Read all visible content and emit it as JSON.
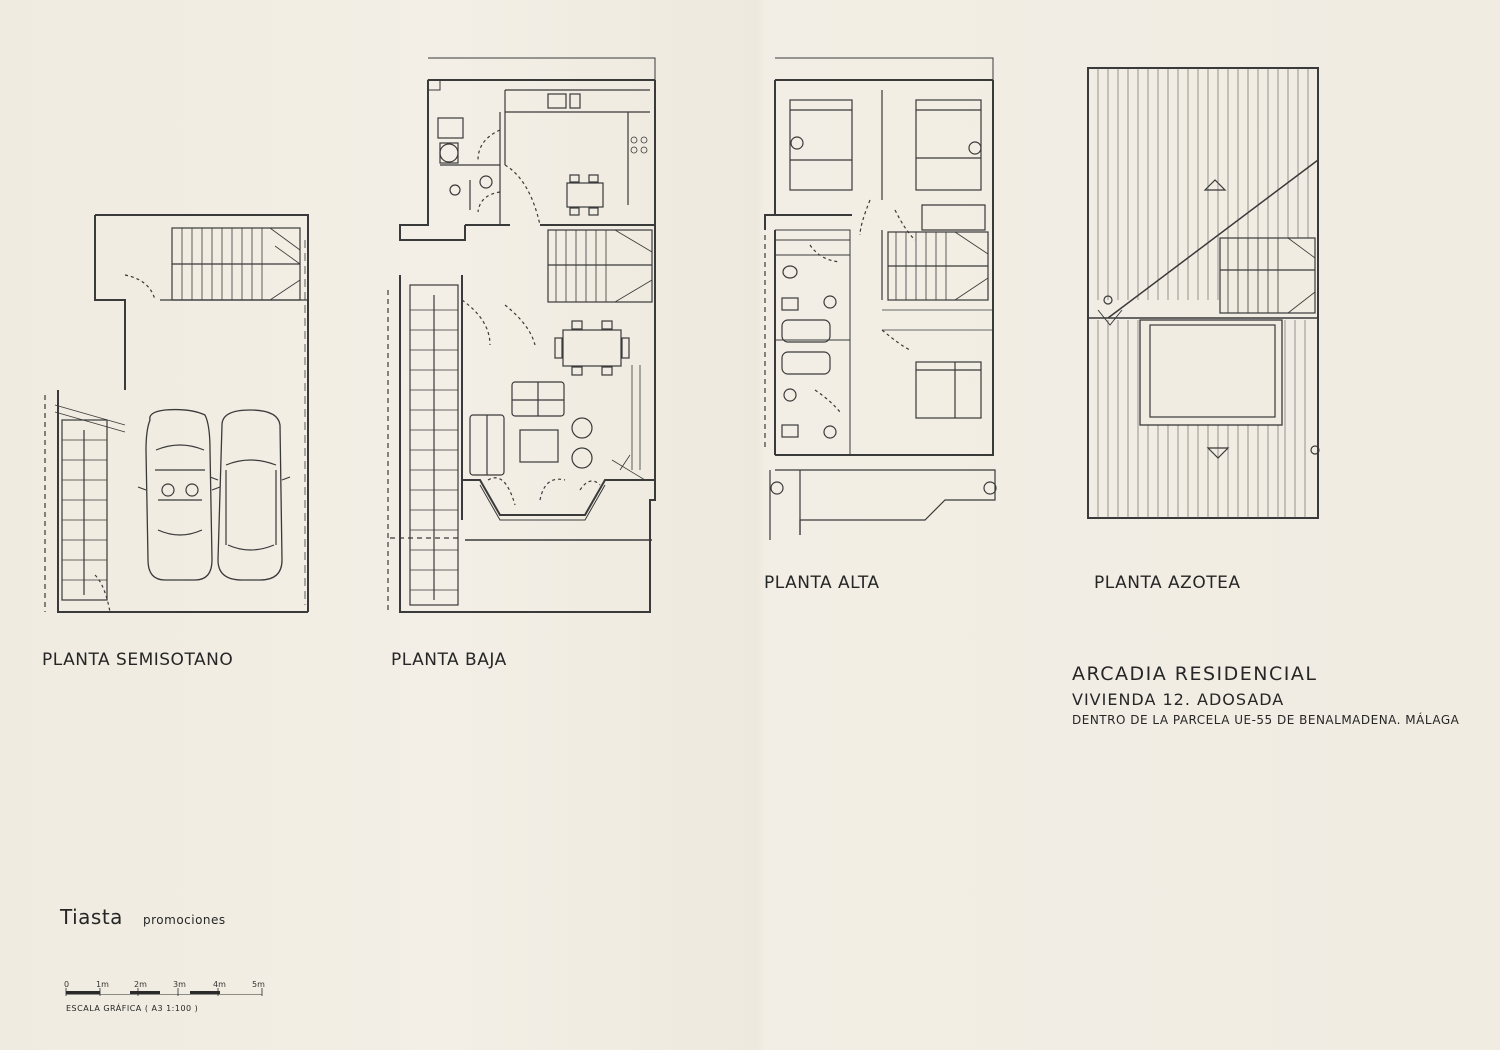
{
  "plans": [
    {
      "id": "semisotano",
      "title": "PLANTA SEMISOTANO"
    },
    {
      "id": "baja",
      "title": "PLANTA BAJA"
    },
    {
      "id": "alta",
      "title": "PLANTA ALTA"
    },
    {
      "id": "azotea",
      "title": "PLANTA AZOTEA"
    }
  ],
  "project": {
    "name": "ARCADIA RESIDENCIAL",
    "unit": "VIVIENDA  12. ADOSADA",
    "location": "DENTRO DE LA PARCELA UE-55 DE BENALMADENA. MÁLAGA"
  },
  "brand": {
    "name": "Tiasta",
    "sub": "promociones"
  },
  "scale": {
    "ticks": [
      "0",
      "1m",
      "2m",
      "3m",
      "4m",
      "5m"
    ],
    "caption": "ESCALA GRÁFICA   ( A3   1:100 )"
  }
}
